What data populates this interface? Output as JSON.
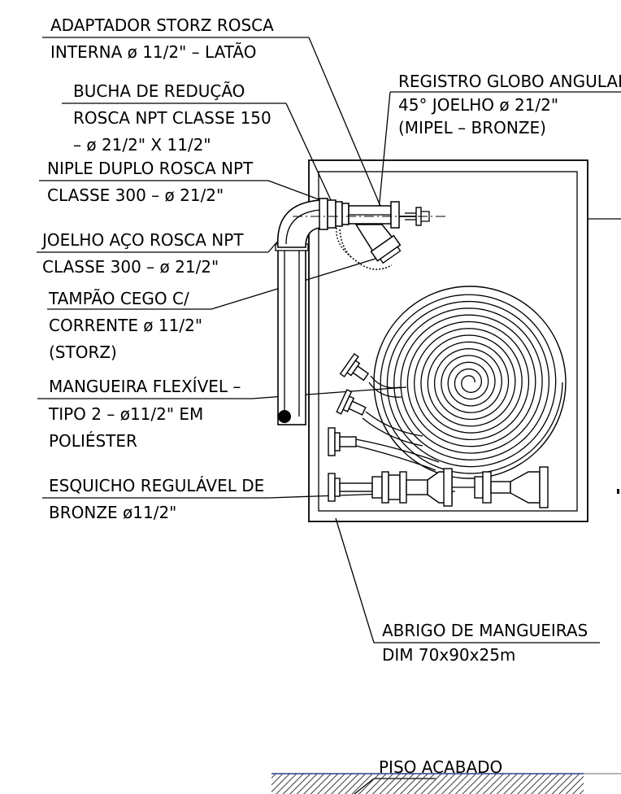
{
  "labels": {
    "adaptador": [
      "ADAPTADOR STORZ ROSCA",
      "INTERNA ø 11/2\" – LATÃO"
    ],
    "registro": [
      "REGISTRO GLOBO ANGULAR",
      "45° JOELHO ø 21/2\"",
      "(MIPEL – BRONZE)"
    ],
    "bucha": [
      "BUCHA DE REDUÇÃO",
      "ROSCA NPT CLASSE 150",
      "– ø 21/2\" X 11/2\""
    ],
    "niple": [
      "NIPLE DUPLO ROSCA NPT",
      "CLASSE 300 – ø 21/2\""
    ],
    "joelho": [
      "JOELHO AÇO ROSCA NPT",
      "CLASSE 300 – ø 21/2\""
    ],
    "tampao": [
      "TAMPÃO CEGO C/",
      "CORRENTE ø 11/2\"",
      "(STORZ)"
    ],
    "mangueira": [
      "MANGUEIRA FLEXÍVEL –",
      "TIPO 2 – ø11/2\" EM",
      "POLIÉSTER"
    ],
    "esquicho": [
      "ESQUICHO REGULÁVEL DE",
      "BRONZE ø11/2\""
    ],
    "abrigo": [
      "ABRIGO DE MANGUEIRAS",
      "DIM   70x90x25m"
    ],
    "piso": [
      "PISO ACABADO"
    ]
  },
  "colors": {
    "line": "#000000",
    "hatch": "#4a4a4a",
    "floor_edge": "#2a3e8c"
  }
}
